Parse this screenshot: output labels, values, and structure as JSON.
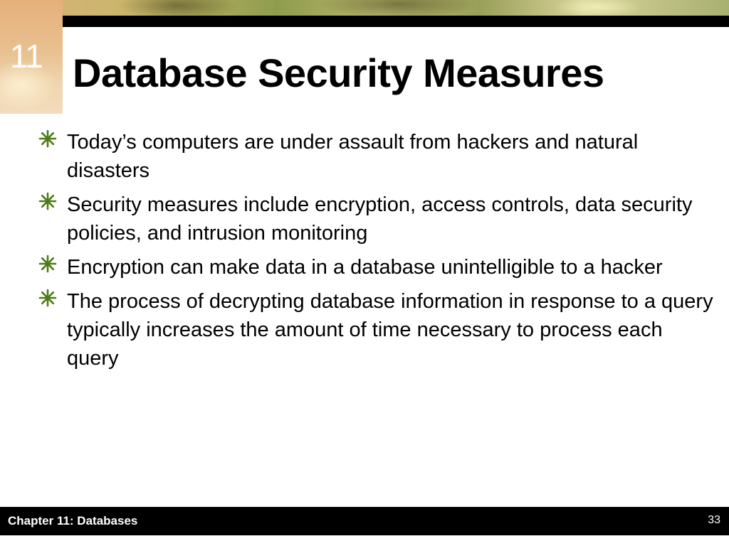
{
  "slide": {
    "chapter_number": "11",
    "title": "Database Security Measures",
    "bullets": [
      "Today’s computers are under assault from hackers and natural disasters",
      "Security measures include encryption, access controls, data security policies, and intrusion monitoring",
      "Encryption can make data in a database unintelligible to a hacker",
      "The process of decrypting database information in response to a query typically increases the amount of time necessary to process each query"
    ],
    "bullet_icon": "asterisk-star-icon",
    "bullet_color": "#4c7a14"
  },
  "footer": {
    "chapter_label": "Chapter 11: Databases",
    "page_number": "33"
  },
  "colors": {
    "background": "#ffffff",
    "bars": "#000000",
    "text": "#000000"
  }
}
